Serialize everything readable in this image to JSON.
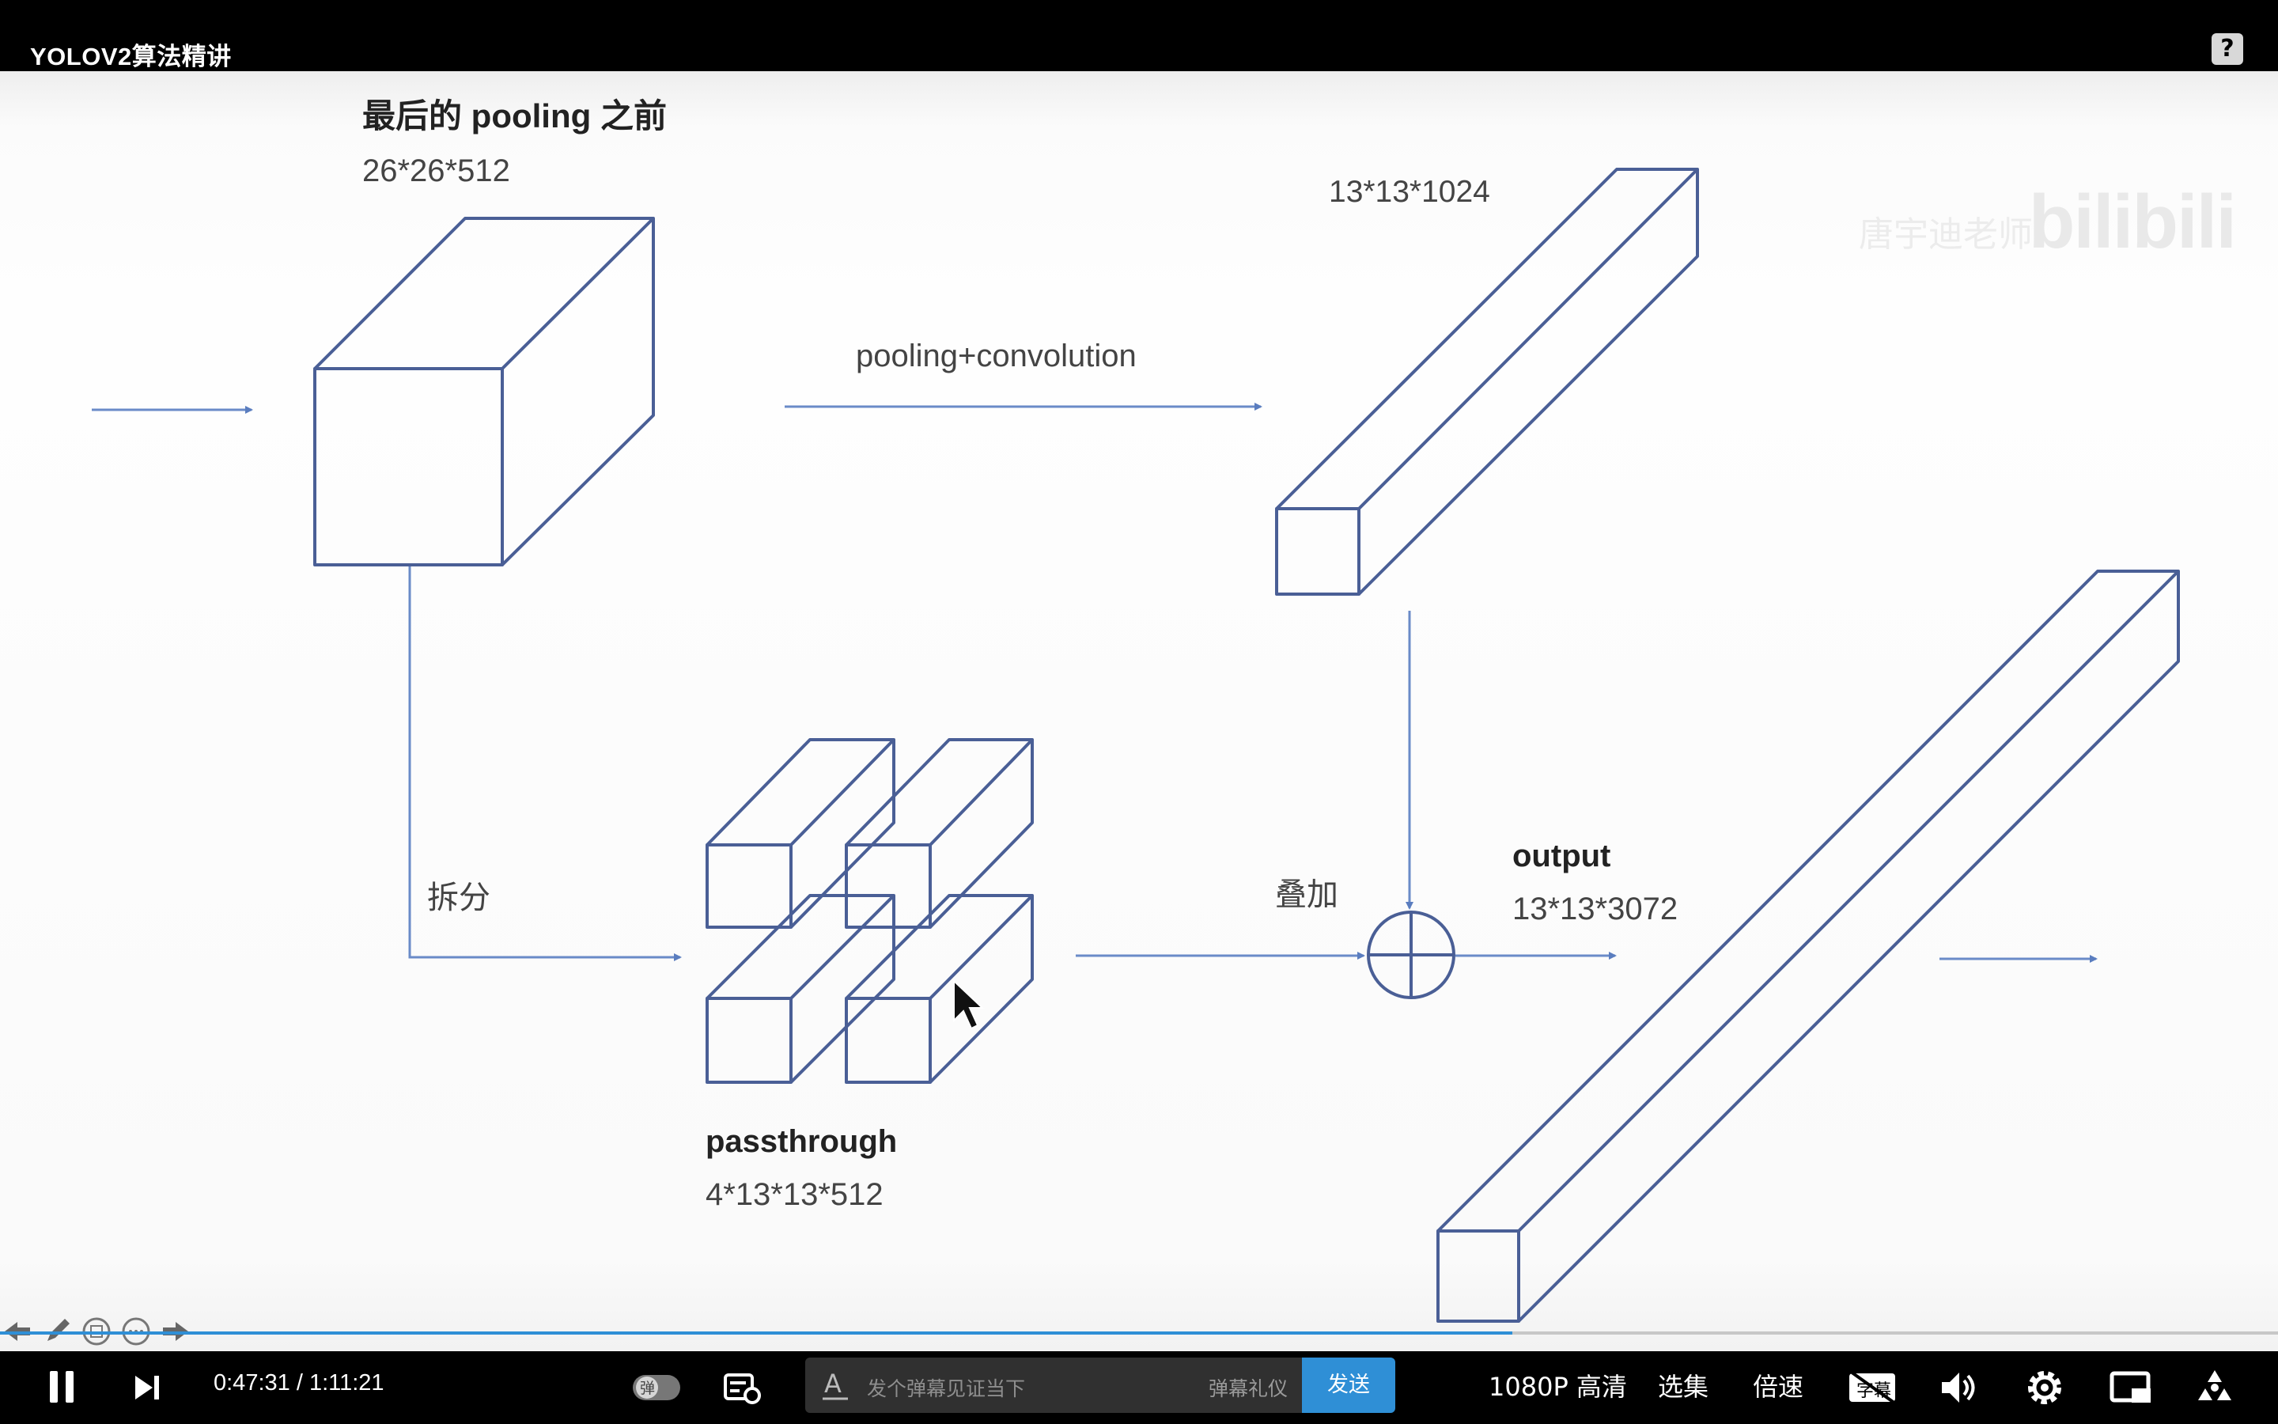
{
  "window": {
    "title": "YOLOV2算法精讲",
    "help_label": "?"
  },
  "video": {
    "watermark": "bilibili",
    "watermark_sub": "唐宇迪老师",
    "diagram": {
      "block1_title": "最后的 pooling 之前",
      "block1_dims": "26*26*512",
      "arrow_label": "pooling+convolution",
      "block2_dims": "13*13*1024",
      "split_label": "拆分",
      "passthrough_title": "passthrough",
      "passthrough_dims": "4*13*13*512",
      "concat_label": "叠加",
      "output_title": "output",
      "output_dims": "13*13*3072"
    }
  },
  "player": {
    "current_time": "0:47:31",
    "separator": "/",
    "total_time": "1:11:21",
    "progress": 0.664,
    "danmaku_toggle": "弹",
    "danmaku_placeholder": "发个弹幕见证当下",
    "danmaku_gift": "弹幕礼仪",
    "send_label": "发送",
    "quality_label": "1080P 高清",
    "episodes_label": "选集",
    "speed_label": "倍速",
    "subtitle_label": "字幕",
    "accent_color": "#2f8fd6"
  }
}
